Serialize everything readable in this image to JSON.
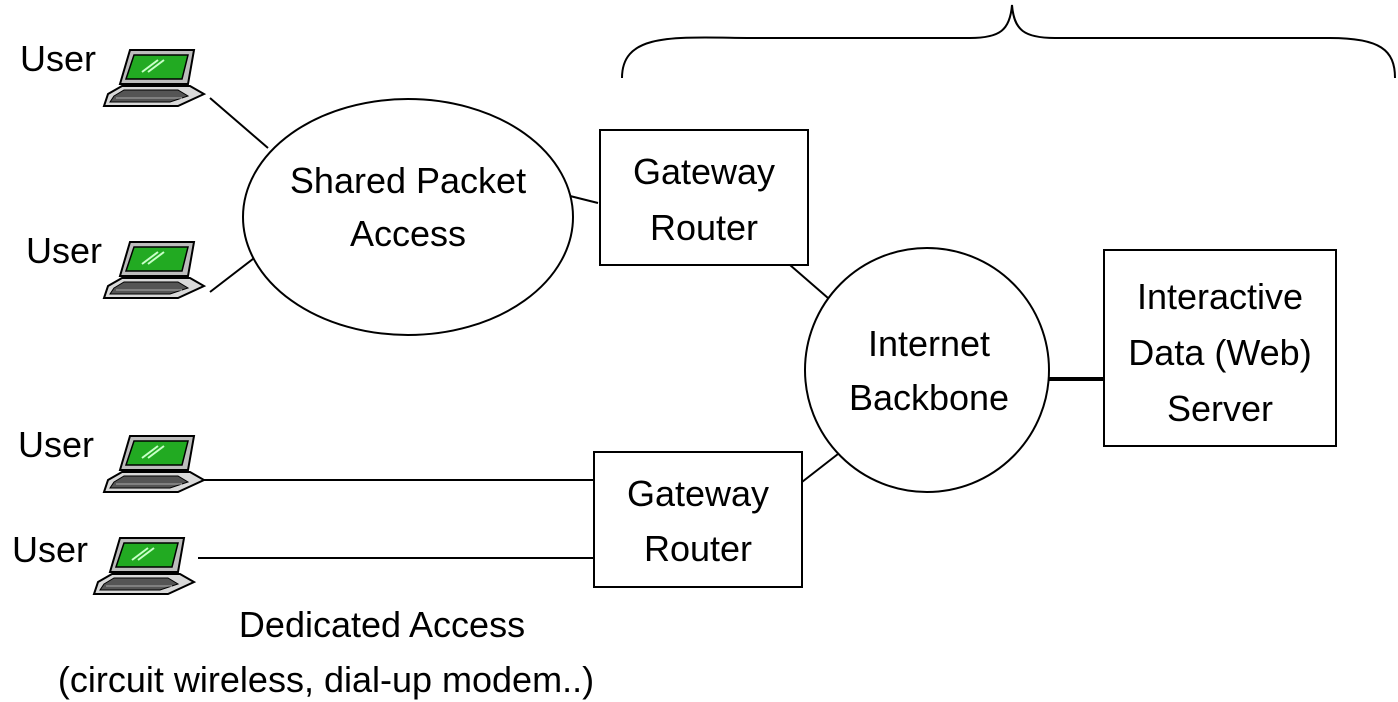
{
  "users": {
    "u1": "User",
    "u2": "User",
    "u3": "User",
    "u4": "User"
  },
  "shared_access": {
    "line1": "Shared Packet",
    "line2": "Access"
  },
  "gateway_top": {
    "line1": "Gateway",
    "line2": "Router"
  },
  "gateway_bottom": {
    "line1": "Gateway",
    "line2": "Router"
  },
  "backbone": {
    "line1": "Internet",
    "line2": "Backbone"
  },
  "server": {
    "line1": "Interactive",
    "line2": "Data (Web)",
    "line3": "Server"
  },
  "dedicated": {
    "line1": "Dedicated Access",
    "line2": "(circuit wireless, dial-up modem..)"
  },
  "icons": {
    "user_terminal": "laptop-icon"
  },
  "colors": {
    "screen": "#22aa22",
    "stroke": "#000000",
    "device": "#d9d9d9"
  }
}
